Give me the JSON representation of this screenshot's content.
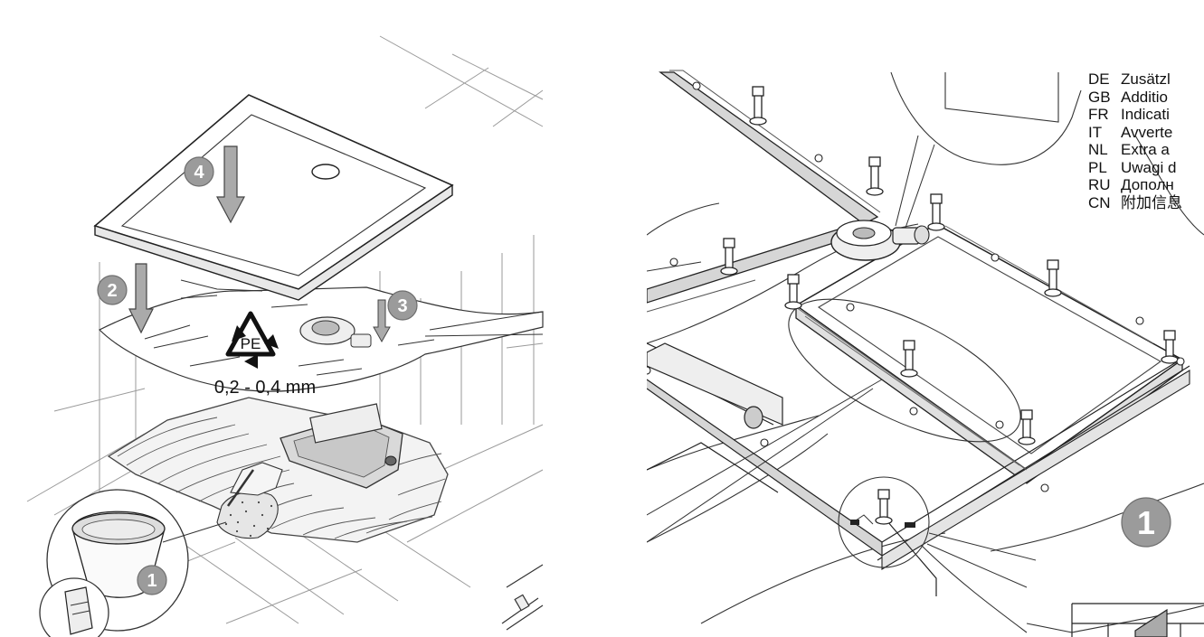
{
  "left_figure": {
    "thickness_label": "0,2 - 0,4 mm",
    "recycle_label": "PE",
    "steps": [
      "4",
      "2",
      "3",
      "1"
    ]
  },
  "right_figure": {
    "step": "1",
    "languages": [
      {
        "code": "DE",
        "text": "Zusätzl"
      },
      {
        "code": "GB",
        "text": "Additio"
      },
      {
        "code": "FR",
        "text": "Indicati"
      },
      {
        "code": "IT",
        "text": "Avverte"
      },
      {
        "code": "NL",
        "text": "Extra a"
      },
      {
        "code": "PL",
        "text": "Uwagi d"
      },
      {
        "code": "RU",
        "text": "Дополн"
      },
      {
        "code": "CN",
        "text": "附加信息"
      }
    ]
  }
}
